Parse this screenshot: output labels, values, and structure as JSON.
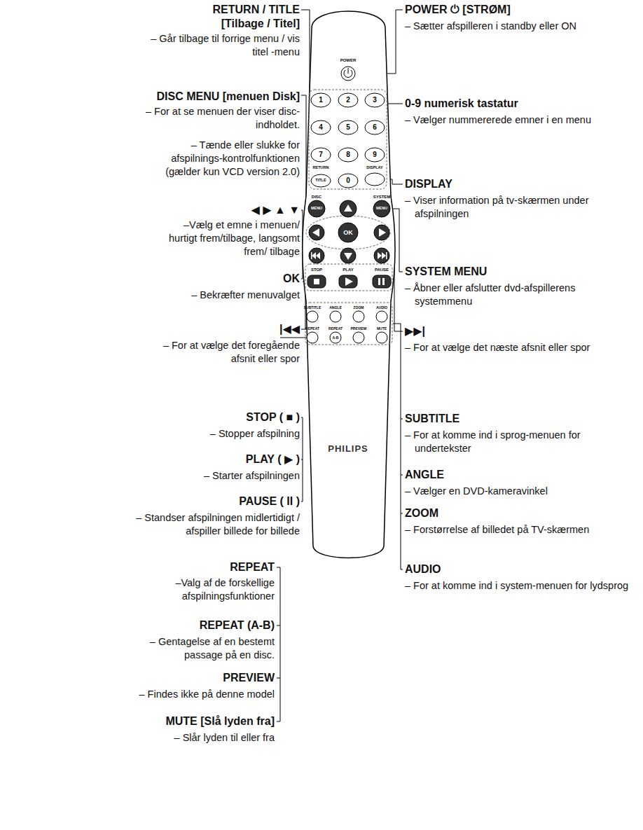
{
  "diagram": {
    "labels": [
      "RETURN / TITLE [Tilbage / Titel]",
      "– Går tilbage til forrige menu / vis titel -menu",
      "DISC MENU [menuen Disk]",
      "– For at se menuen der viser disc-indholdet.",
      "– Tænde eller slukke for afspilnings-kontrolfunktionen (gælder kun VCD version 2.0)",
      "◀ ▶ ▲ ▼",
      "–Vælg et emne i menuen/ hurtigt frem/tilbage, langsomt frem/ tilbage",
      "OK",
      "– Bekræfter menuvalget",
      "|◀◀",
      "– For at vælge det foregående afsnit eller spor",
      "STOP ( ■ )",
      "– Stopper afspilning",
      "PLAY ( ▶ )",
      "– Starter afspilningen",
      "PAUSE ( II )",
      "– Standser afspilningen midlertidigt / afspiller billede for billede",
      "REPEAT",
      "–Valg af de forskellige afspilningsfunktioner",
      "REPEAT (A-B)",
      "– Gentagelse af en bestemt passage på en disc.",
      "PREVIEW",
      "– Findes ikke på denne model",
      "MUTE [Slå lyden fra]",
      "– Slår lyden til eller fra",
      "POWER ⏻ [STRØM]",
      "– Sætter afspilleren i standby eller ON",
      "0-9 numerisk tastatur",
      "– Vælger nummererede emner i en menu",
      "DISPLAY",
      "– Viser information på tv-skærmen under afspilningen",
      "SYSTEM MENU",
      "– Åbner eller afslutter dvd-afspillerens systemmenu",
      "▶▶|",
      "– For at vælge det næste afsnit eller spor",
      "SUBTITLE",
      "– For at komme ind i sprog-menuen for undertekster",
      "ANGLE",
      "– Vælger en DVD-kameravinkel",
      "ZOOM",
      "– Forstørrelse af billedet på TV-skærmen",
      "AUDIO",
      "– For at komme ind i system-menuen for lydsprog",
      "POWER",
      "1",
      "2",
      "3",
      "4",
      "5",
      "6",
      "7",
      "8",
      "9",
      "RETURN",
      "TITLE",
      "0",
      "DISPLAY",
      "DISC",
      "MENU",
      "SYSTEM",
      "MENU",
      "OK",
      "STOP",
      "PLAY",
      "PAUSE",
      "SUBTITLE",
      "ANGLE",
      "ZOOM",
      "AUDIO",
      "REPEAT",
      "REPEAT",
      "A-B",
      "PREVIEW",
      "MUTE",
      "PHILIPS"
    ]
  }
}
